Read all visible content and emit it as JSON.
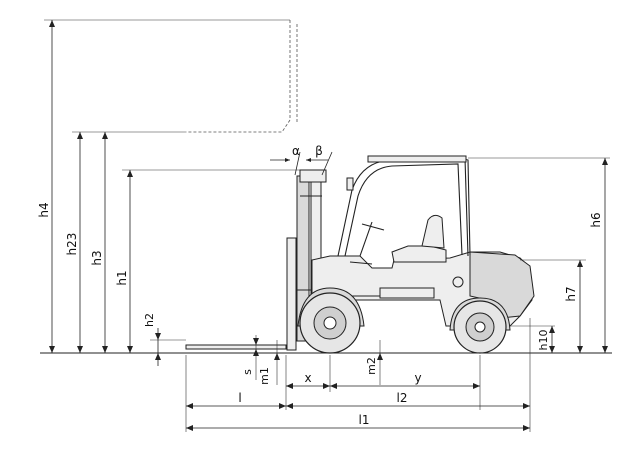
{
  "labels": {
    "h4": "h4",
    "h23": "h23",
    "h3": "h3",
    "h1": "h1",
    "h2": "h2",
    "h6": "h6",
    "h7": "h7",
    "h10": "h10",
    "alpha": "α",
    "beta": "β",
    "s": "s",
    "m1": "m1",
    "m2": "m2",
    "x": "x",
    "y": "y",
    "l": "l",
    "l2": "l2",
    "l1": "l1"
  }
}
